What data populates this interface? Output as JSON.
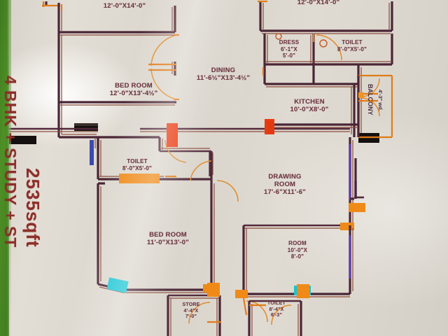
{
  "meta": {
    "domain": "floor-plan-photograph",
    "background_color": "#ded9d0",
    "edge_strip_color": "#4e8f26",
    "wall_color": "#4a2535",
    "accent_orange": "#e07b18",
    "label_color": "#6d3540",
    "title_color": "#8d2f2a"
  },
  "title": {
    "area": "2535sqft",
    "config": "4 BHK + STUDY + ST"
  },
  "rooms": [
    {
      "id": "top-bedroom",
      "name": "",
      "dims": "12'-0\"X14'-0\"",
      "label": "12'-0\"X14'-0\""
    },
    {
      "id": "bed-room-1",
      "name": "BED ROOM",
      "dims": "12'-0\"X13'-4½\"",
      "label": "BED ROOM\n12'-0\"X13'-4½\""
    },
    {
      "id": "dining",
      "name": "DINING",
      "dims": "11'-6½\"X13'-4½\"",
      "label": "DINING\n11'-6½\"X13'-4½\""
    },
    {
      "id": "dress",
      "name": "DRESS",
      "dims": "6'-1\"X\n5'-0\"",
      "label": "DRESS\n6'-1\"X\n5'-0\""
    },
    {
      "id": "toilet-top",
      "name": "TOILET",
      "dims": "8'-0\"X5'-0\"",
      "label": "TOILET\n8'-0\"X5'-0\""
    },
    {
      "id": "kitchen",
      "name": "KITCHEN",
      "dims": "10'-0\"X8'-0\"",
      "label": "KITCHEN\n10'-0\"X8'-0\""
    },
    {
      "id": "balcony",
      "name": "BALCONY",
      "dims": "4'-3\" wd.",
      "label": "BALCONY"
    },
    {
      "id": "toilet-left",
      "name": "TOILET",
      "dims": "8'-0\"X5'-0\"",
      "label": "TOILET\n8'-0\"X5'-0\""
    },
    {
      "id": "drawing-room",
      "name": "DRAWING ROOM",
      "dims": "17'-6\"X11'-6\"",
      "label": "DRAWING\nROOM\n17'-6\"X11'-6\""
    },
    {
      "id": "bed-room-2",
      "name": "BED ROOM",
      "dims": "11'-0\"X13'-0\"",
      "label": "BED ROOM\n11'-0\"X13'-0\""
    },
    {
      "id": "room",
      "name": "ROOM",
      "dims": "10'-0\"X\n8'-0\"",
      "label": "ROOM\n10'-0\"X\n8'-0\""
    },
    {
      "id": "store",
      "name": "STORE",
      "dims": "4'-4\"X\n7'-0\"",
      "label": "STORE\n4'-4\"X\n7'-0\""
    },
    {
      "id": "toilet-bottom",
      "name": "TOILET",
      "dims": "8'-4\"X\n6'-3\"",
      "label": "TOILET\n8'-4\"X\n6'-3\""
    }
  ],
  "balcony_note": "4'-3\" wd.",
  "annotations": {
    "legend_note": ""
  }
}
